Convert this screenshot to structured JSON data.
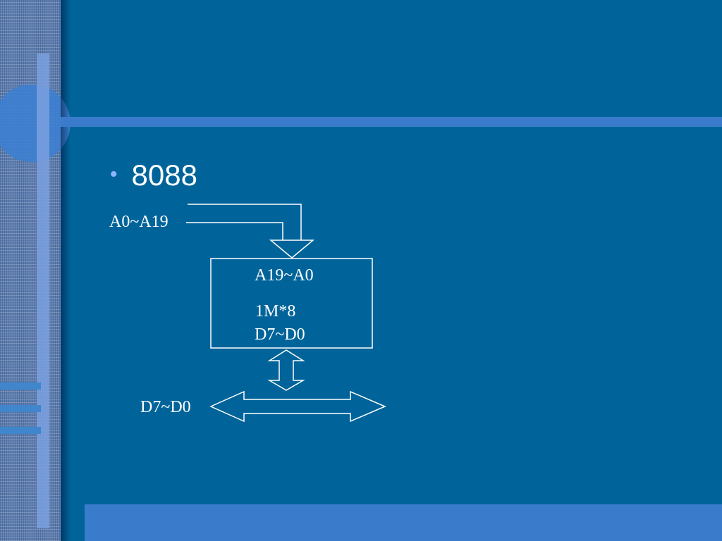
{
  "bullet": {
    "text": "8088"
  },
  "diagram": {
    "address_input": "A0~A19",
    "chip": {
      "address_pins": "A19~A0",
      "size": "1M*8",
      "data_pins": "D7~D0"
    },
    "data_bus": "D7~D0"
  },
  "colors": {
    "background": "#00649a",
    "accent_band": "#3a7ccb",
    "line": "#ffffff"
  }
}
